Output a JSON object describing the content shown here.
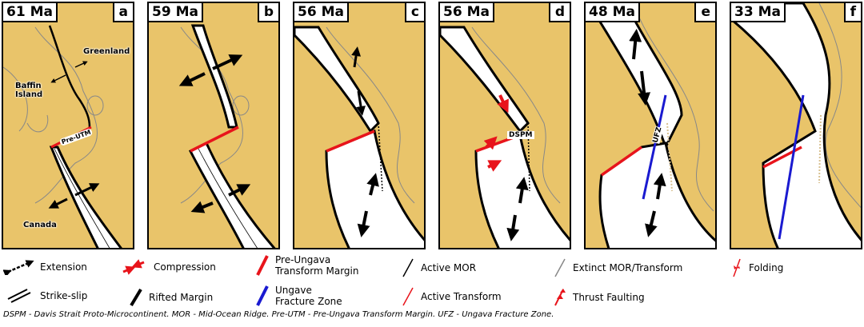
{
  "panels": [
    {
      "age": "61 Ma",
      "letter": "a",
      "labels": {
        "greenland": "Greenland",
        "baffin": "Baffin Island",
        "canada": "Canada",
        "pre_utm": "Pre-UTM"
      }
    },
    {
      "age": "59 Ma",
      "letter": "b"
    },
    {
      "age": "56 Ma",
      "letter": "c"
    },
    {
      "age": "56 Ma",
      "letter": "d",
      "labels": {
        "dspm": "DSPM"
      }
    },
    {
      "age": "48 Ma",
      "letter": "e",
      "labels": {
        "ufz": "UFZ"
      }
    },
    {
      "age": "33 Ma",
      "letter": "f"
    }
  ],
  "legend": {
    "extension": "Extension",
    "compression": "Compression",
    "pre_utm": "Pre-Ungava Transform Margin",
    "active_mor": "Active MOR",
    "extinct": "Extinct MOR/Transform",
    "folding": "Folding",
    "strike_slip": "Strike-slip",
    "rifted": "Rifted Margin",
    "ufz": "Ungave Fracture Zone",
    "active_transform": "Active Transform",
    "thrust": "Thrust Faulting"
  },
  "colors": {
    "land": "#E9C46A",
    "pre_utm": "#E8141B",
    "ufz": "#1A1AD0"
  },
  "caption": "DSPM - Davis Strait Proto-Microcontinent. MOR - Mid-Ocean Ridge. Pre-UTM - Pre-Ungava Transform Margin. UFZ - Ungava Fracture Zone."
}
